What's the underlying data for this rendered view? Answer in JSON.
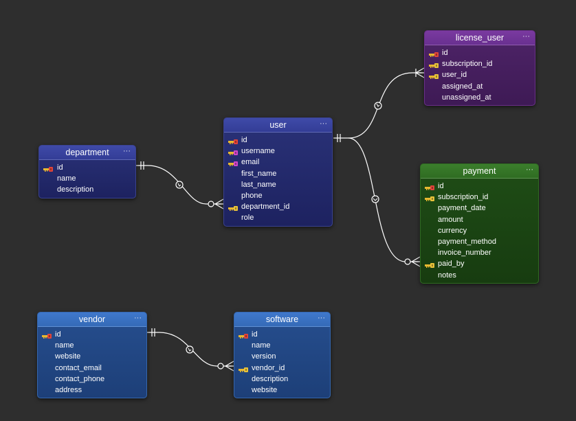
{
  "diagram": {
    "entities": [
      {
        "id": "license_user",
        "title": "license_user",
        "menu": "···",
        "fields": [
          {
            "name": "id",
            "key": "pk"
          },
          {
            "name": "subscription_id",
            "key": "fk"
          },
          {
            "name": "user_id",
            "key": "fk"
          },
          {
            "name": "assigned_at",
            "key": ""
          },
          {
            "name": "unassigned_at",
            "key": ""
          }
        ]
      },
      {
        "id": "user",
        "title": "user",
        "menu": "···",
        "fields": [
          {
            "name": "id",
            "key": "pk"
          },
          {
            "name": "username",
            "key": "unique"
          },
          {
            "name": "email",
            "key": "unique"
          },
          {
            "name": "first_name",
            "key": ""
          },
          {
            "name": "last_name",
            "key": ""
          },
          {
            "name": "phone",
            "key": ""
          },
          {
            "name": "department_id",
            "key": "fk"
          },
          {
            "name": "role",
            "key": ""
          }
        ]
      },
      {
        "id": "department",
        "title": "department",
        "menu": "···",
        "fields": [
          {
            "name": "id",
            "key": "pk"
          },
          {
            "name": "name",
            "key": ""
          },
          {
            "name": "description",
            "key": ""
          }
        ]
      },
      {
        "id": "payment",
        "title": "payment",
        "menu": "···",
        "fields": [
          {
            "name": "id",
            "key": "pk"
          },
          {
            "name": "subscription_id",
            "key": "fk"
          },
          {
            "name": "payment_date",
            "key": ""
          },
          {
            "name": "amount",
            "key": ""
          },
          {
            "name": "currency",
            "key": ""
          },
          {
            "name": "payment_method",
            "key": ""
          },
          {
            "name": "invoice_number",
            "key": ""
          },
          {
            "name": "paid_by",
            "key": "fk"
          },
          {
            "name": "notes",
            "key": ""
          }
        ]
      },
      {
        "id": "vendor",
        "title": "vendor",
        "menu": "···",
        "fields": [
          {
            "name": "id",
            "key": "pk"
          },
          {
            "name": "name",
            "key": ""
          },
          {
            "name": "website",
            "key": ""
          },
          {
            "name": "contact_email",
            "key": ""
          },
          {
            "name": "contact_phone",
            "key": ""
          },
          {
            "name": "address",
            "key": ""
          }
        ]
      },
      {
        "id": "software",
        "title": "software",
        "menu": "···",
        "fields": [
          {
            "name": "id",
            "key": "pk"
          },
          {
            "name": "name",
            "key": ""
          },
          {
            "name": "version",
            "key": ""
          },
          {
            "name": "vendor_id",
            "key": "fk"
          },
          {
            "name": "description",
            "key": ""
          },
          {
            "name": "website",
            "key": ""
          }
        ]
      }
    ],
    "relationships": [
      {
        "from": "user.id",
        "to": "license_user.user_id",
        "from_cardinality": "one",
        "to_cardinality": "one-or-many"
      },
      {
        "from": "department.id",
        "to": "user.department_id",
        "from_cardinality": "one",
        "to_cardinality": "zero-or-many"
      },
      {
        "from": "user.id",
        "to": "payment.paid_by",
        "from_cardinality": "one",
        "to_cardinality": "zero-or-many"
      },
      {
        "from": "vendor.id",
        "to": "software.vendor_id",
        "from_cardinality": "one",
        "to_cardinality": "zero-or-many"
      }
    ],
    "colors": {
      "background": "#2e2e2e",
      "link": "#ffffff",
      "pk_key": "#e0453a",
      "fk_key": "#e8c23a",
      "unique_key": "#d048c8",
      "key_shaft": "#e8b830"
    },
    "icons": {
      "pk": "primary-key-icon",
      "fk": "foreign-key-icon",
      "unique": "unique-key-icon",
      "menu": "more-options-icon"
    }
  }
}
